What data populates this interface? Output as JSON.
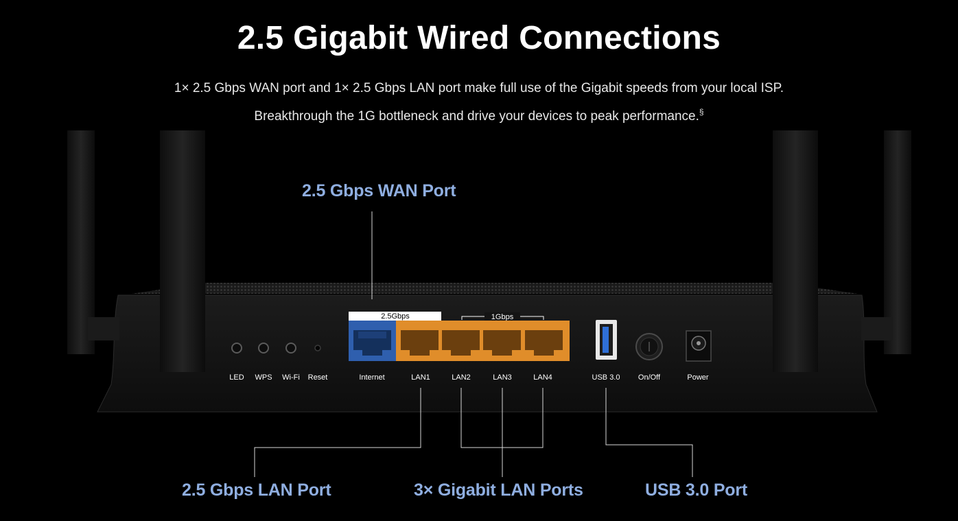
{
  "heading": {
    "title": "2.5 Gigabit Wired Connections",
    "line1": "1× 2.5 Gbps WAN port and 1× 2.5 Gbps LAN port make full use of the Gigabit speeds from your local ISP.",
    "line2": "Breakthrough the 1G bottleneck and drive your devices to peak performance.",
    "footnote_mark": "§"
  },
  "callouts": {
    "wan": "2.5 Gbps WAN Port",
    "lan25": "2.5 Gbps LAN Port",
    "gigabit_lan": "3× Gigabit LAN Ports",
    "usb": "USB 3.0 Port"
  },
  "router": {
    "wan_strip_label": "2.5Gbps",
    "lan_strip_label": "1Gbps",
    "buttons": [
      "LED",
      "WPS",
      "Wi-Fi",
      "Reset"
    ],
    "ports": [
      "Internet",
      "LAN1",
      "LAN2",
      "LAN3",
      "LAN4"
    ],
    "usb_label": "USB 3.0",
    "onoff_label": "On/Off",
    "power_label": "Power"
  },
  "colors": {
    "callout_blue": "#8faee0",
    "wan_port_blue": "#2f5fae",
    "lan_port_orange": "#e08d2a",
    "router_body": "#141414"
  }
}
